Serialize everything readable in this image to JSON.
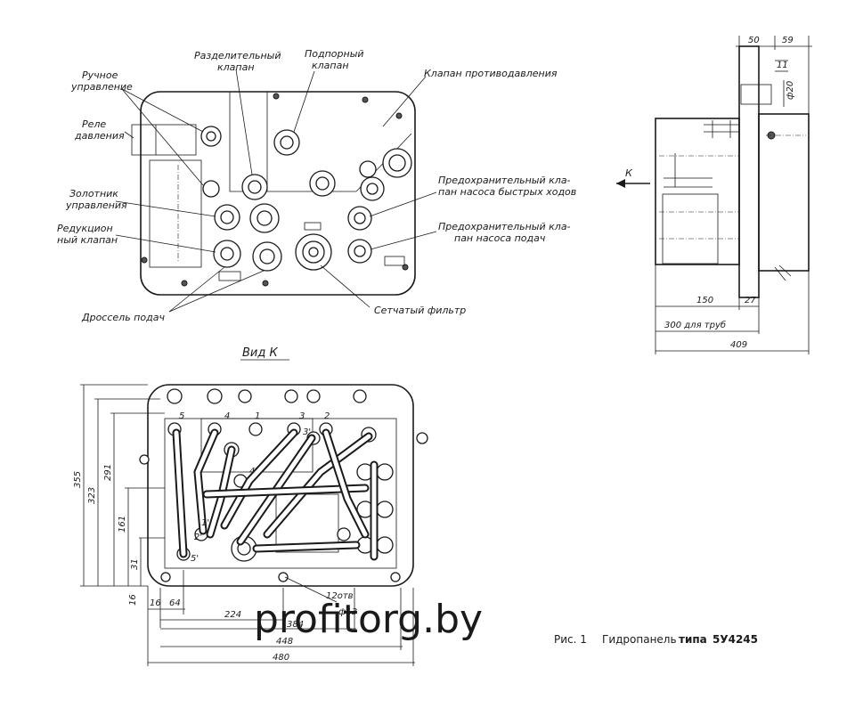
{
  "front_view": {
    "labels": {
      "manual_control": [
        "Ручное",
        "управление"
      ],
      "pressure_relay": [
        "Реле",
        "давления"
      ],
      "control_spool": [
        "Золотник",
        "управления"
      ],
      "reducing_valve": [
        "Редукцион",
        "ный клапан"
      ],
      "separating_valve": [
        "Разделительный",
        "клапан"
      ],
      "boost_valve": [
        "Подпорный",
        "клапан"
      ],
      "backpressure_valve": [
        "Клапан противодавления"
      ],
      "safety_valve_fast": [
        "Предохранительный кла-",
        "пан насоса быстрых ходов"
      ],
      "safety_valve_feed": [
        "Предохранительный кла-",
        "пан насоса подач"
      ],
      "feed_throttle": [
        "Дроссель подач"
      ],
      "mesh_filter": [
        "Сетчатый фильтр"
      ]
    }
  },
  "side_view": {
    "arrow_label": "К",
    "dims": {
      "top_50": "50",
      "top_59": "59",
      "d11": "11",
      "d20": "ф20",
      "d150": "150",
      "d27": "27",
      "d300": "300 для труб",
      "d409": "409"
    }
  },
  "view_k": {
    "title": "Вид К",
    "port_numbers": [
      "5",
      "4",
      "1",
      "3",
      "2",
      "3'",
      "4'",
      "2'",
      "1'",
      "5'"
    ],
    "dims": {
      "h355": "355",
      "h323": "323",
      "h291": "291",
      "h161": "161",
      "h31": "31",
      "h16": "16",
      "w16": "16",
      "w64": "64",
      "w224": "224",
      "w384": "384",
      "w448": "448",
      "w480": "480",
      "holes_count": "12отв",
      "holes_dia": "ф13"
    }
  },
  "caption": {
    "fig": "Рис. 1",
    "text": "Гидропанель",
    "type_word": "типа",
    "model": "5У4245"
  },
  "watermark": "profitorg.by"
}
